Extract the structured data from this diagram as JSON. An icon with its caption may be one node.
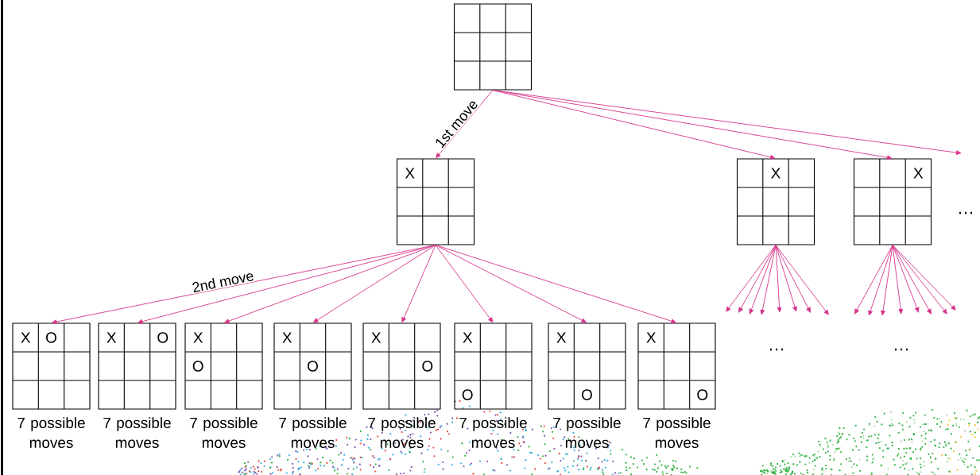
{
  "diagram": {
    "nodes": [
      {
        "text": [],
        "shape": "box"
      },
      {
        "text": [
          "X"
        ]
      },
      {
        "text": [
          "X"
        ]
      },
      {
        "text": [
          "X"
        ]
      },
      {
        "text": [
          "X",
          "O"
        ],
        "beside": [
          "7 possible moves"
        ]
      },
      {
        "text": [
          "X",
          "O"
        ],
        "beside": [
          "7 possible moves"
        ]
      },
      {
        "text": [
          "X",
          "O"
        ],
        "beside": [
          "7 possible moves"
        ]
      },
      {
        "text": [
          "X",
          "O"
        ],
        "beside": [
          "7 possible moves"
        ]
      },
      {
        "text": [
          "X",
          "O"
        ],
        "beside": [
          "7 possible moves"
        ]
      },
      {
        "text": [
          "X",
          "O"
        ],
        "beside": [
          "7 possible moves"
        ]
      },
      {
        "text": [
          "X",
          "O"
        ],
        "beside": [
          "7 possible moves"
        ]
      },
      {
        "text": [
          "X",
          "O"
        ],
        "beside": [
          "7 possible moves"
        ]
      }
    ],
    "edges": [
      {
        "from": 0,
        "to": 1,
        "arrow": "to",
        "label": "1st move"
      },
      {
        "from": 0,
        "to": 2,
        "arrow": "to"
      },
      {
        "from": 0,
        "to": 3,
        "arrow": "to"
      },
      {
        "from": 0,
        "to": null,
        "arrow": "to"
      },
      {
        "from": 1,
        "to": 4,
        "arrow": "to",
        "label": "2nd move"
      },
      {
        "from": 1,
        "to": 5,
        "arrow": "to"
      },
      {
        "from": 1,
        "to": 6,
        "arrow": "to"
      },
      {
        "from": 1,
        "to": 7,
        "arrow": "to"
      },
      {
        "from": 1,
        "to": 8,
        "arrow": "to"
      },
      {
        "from": 1,
        "to": 9,
        "arrow": "to"
      },
      {
        "from": 1,
        "to": 10,
        "arrow": "to"
      },
      {
        "from": 1,
        "to": 11,
        "arrow": "to"
      },
      {
        "from": 2,
        "to": null,
        "arrow": "to"
      },
      {
        "from": 2,
        "to": null,
        "arrow": "to"
      },
      {
        "from": 2,
        "to": null,
        "arrow": "to"
      },
      {
        "from": 2,
        "to": null,
        "arrow": "to"
      },
      {
        "from": 2,
        "to": null,
        "arrow": "to"
      },
      {
        "from": 2,
        "to": null,
        "arrow": "to"
      },
      {
        "from": 2,
        "to": null,
        "arrow": "to"
      },
      {
        "from": 2,
        "to": null,
        "arrow": "to"
      },
      {
        "from": 3,
        "to": null,
        "arrow": "to"
      },
      {
        "from": 3,
        "to": null,
        "arrow": "to"
      },
      {
        "from": 3,
        "to": null,
        "arrow": "to"
      },
      {
        "from": 3,
        "to": null,
        "arrow": "to"
      },
      {
        "from": 3,
        "to": null,
        "arrow": "to"
      },
      {
        "from": 3,
        "to": null,
        "arrow": "to"
      },
      {
        "from": 3,
        "to": null,
        "arrow": "to"
      },
      {
        "from": 3,
        "to": null,
        "arrow": "to"
      }
    ],
    "labels": [
      "…",
      "…",
      "…"
    ]
  }
}
